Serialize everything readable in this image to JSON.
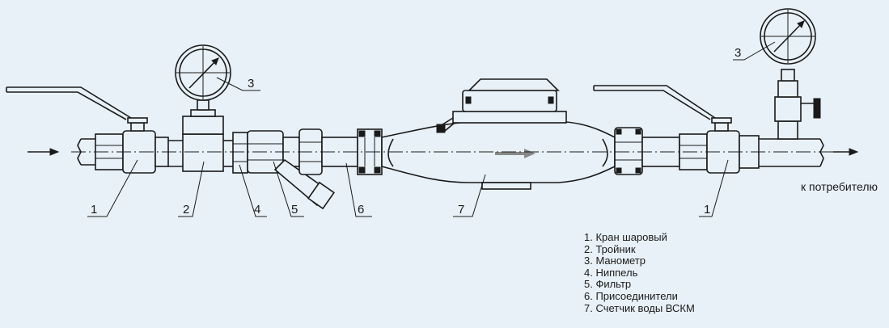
{
  "consumer_label": "к потребителю",
  "callouts": [
    "1",
    "2",
    "3",
    "3",
    "4",
    "5",
    "6",
    "7",
    "1"
  ],
  "legend": [
    "1. Кран шаровый",
    "2. Тройник",
    "3. Манометр",
    "4. Ниппель",
    "5. Фильтр",
    "6. Присоединители",
    "7. Счетчик воды ВСКМ"
  ]
}
